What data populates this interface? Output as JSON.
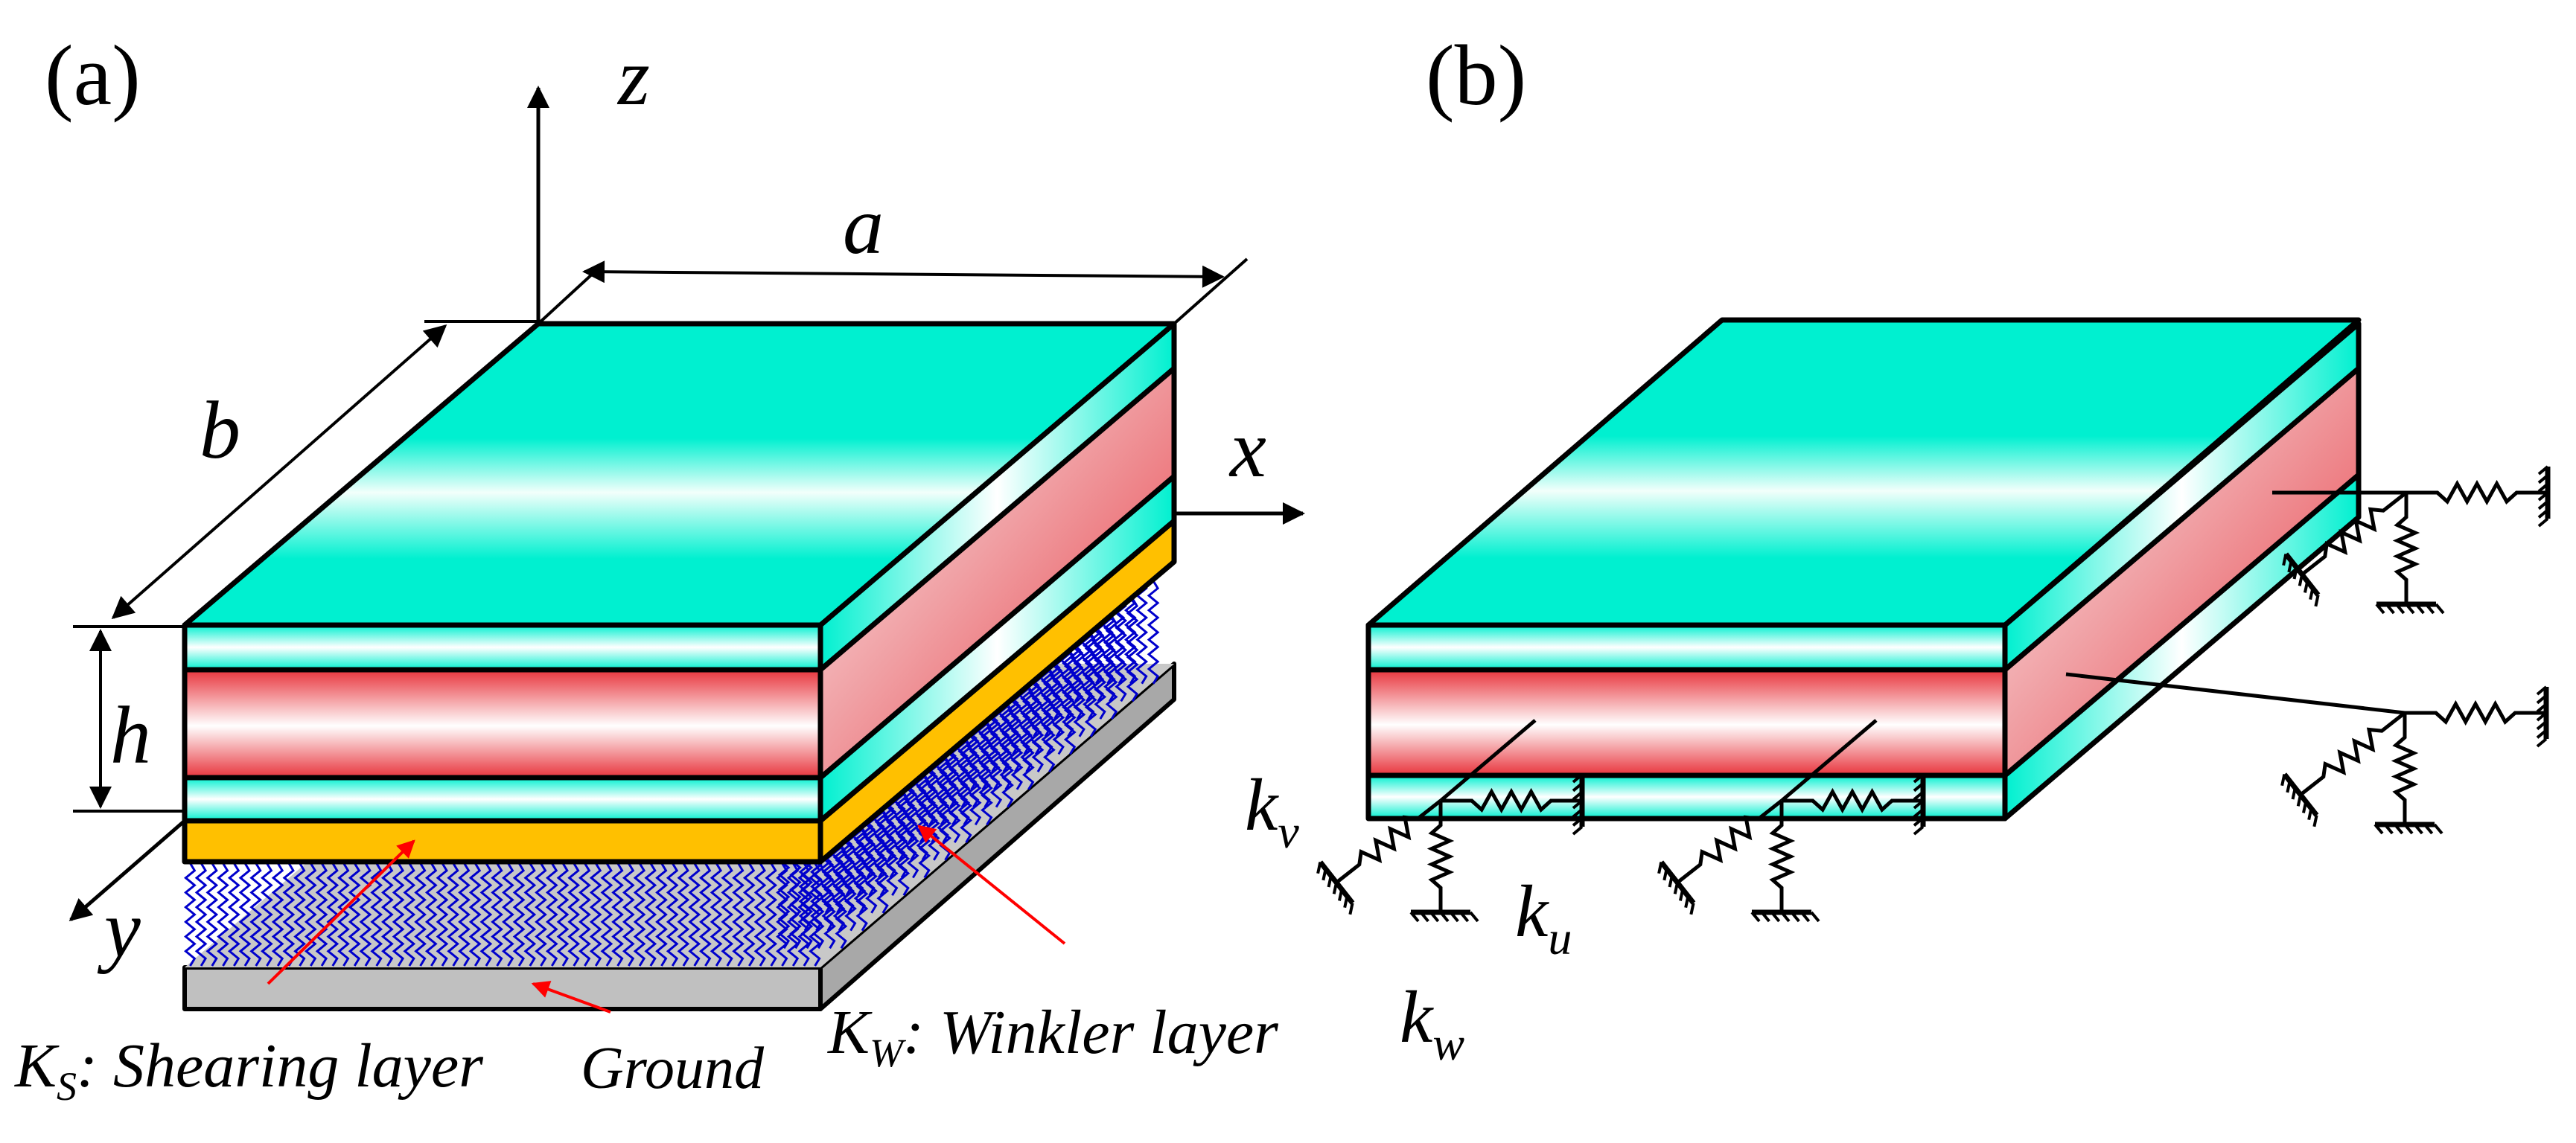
{
  "panel_a": {
    "panel_label": "(a)",
    "axis_z": "z",
    "axis_x": "x",
    "axis_y": "y",
    "dim_a": "a",
    "dim_b": "b",
    "dim_h": "h",
    "ks_symbol": "K",
    "ks_sub": "S",
    "ks_text": ": Shearing layer",
    "ground_text": "Ground",
    "kw_symbol": "K",
    "kw_sub": "W",
    "kw_text": ": Winkler layer"
  },
  "panel_b": {
    "panel_label": "(b)",
    "kv_symbol": "k",
    "kv_sub": "v",
    "ku_symbol": "k",
    "ku_sub": "u",
    "kw_symbol": "k",
    "kw_sub": "w"
  },
  "colors": {
    "face_layer": "#00f0d0",
    "core_layer": "#e8343c",
    "shear_layer": "#ffc000",
    "ground": "#c0c0c0",
    "winkler_springs": "#0000cc",
    "arrow_red": "#ff0000"
  }
}
